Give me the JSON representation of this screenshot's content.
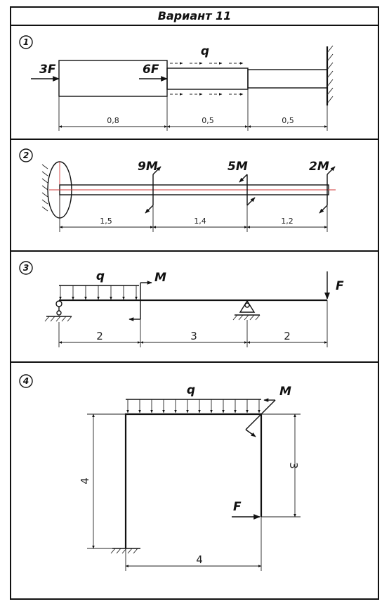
{
  "title": "Вариант 11",
  "problems": [
    {
      "number": "1",
      "labels": {
        "force_a": "3F",
        "force_b": "6F",
        "load": "q"
      },
      "dimensions": [
        "0,8",
        "0,5",
        "0,5"
      ]
    },
    {
      "number": "2",
      "labels": {
        "moment_a": "9M",
        "moment_b": "5M",
        "moment_c": "2M"
      },
      "dimensions": [
        "1,5",
        "1,4",
        "1,2"
      ]
    },
    {
      "number": "3",
      "labels": {
        "load": "q",
        "moment": "M",
        "force": "F"
      },
      "dimensions": [
        "2",
        "3",
        "2"
      ]
    },
    {
      "number": "4",
      "labels": {
        "load": "q",
        "moment": "M",
        "force": "F"
      },
      "dimensions": {
        "column_height": "4",
        "span": "4",
        "right_height": "3"
      }
    }
  ]
}
